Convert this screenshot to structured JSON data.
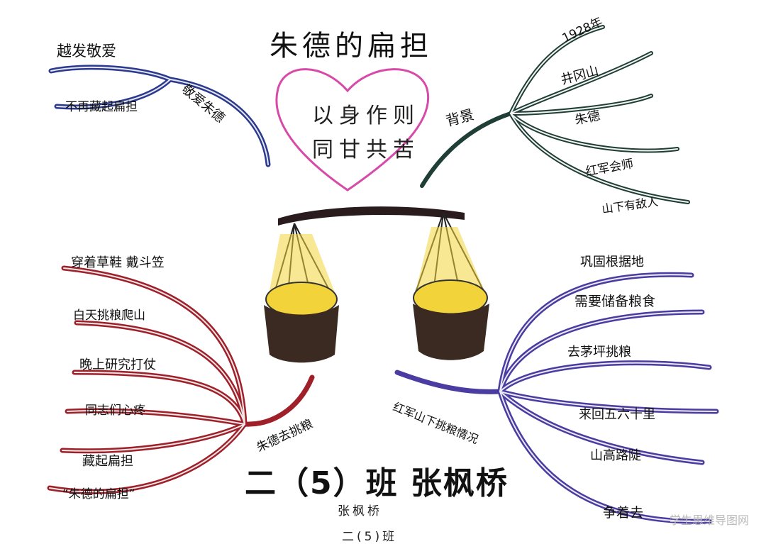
{
  "title": "朱德的扁担",
  "heart": {
    "line1": "以身作则",
    "line2": "同甘共苦"
  },
  "top_left": {
    "hub": "敬爱朱德",
    "branches": [
      "越发敬爱",
      "不再藏起扁担"
    ],
    "color": "#2b3a8f"
  },
  "top_right": {
    "hub": "背景",
    "branches": [
      "1928年",
      "井冈山",
      "朱德",
      "红军会师",
      "山下有敌人"
    ],
    "color": "#1f3f36"
  },
  "bottom_left": {
    "hub": "朱德去挑粮",
    "branches": [
      "穿着草鞋 戴斗笠",
      "白天挑粮爬山",
      "晚上研究打仗",
      "同志们心疼",
      "藏起扁担",
      "“朱德的扁担”"
    ],
    "color": "#a0202a"
  },
  "bottom_right": {
    "hub": "红军山下挑粮情况",
    "branches": [
      "巩固根据地",
      "需要储备粮食",
      "去茅坪挑粮",
      "来回五六十里",
      "山高路陡",
      "争着去"
    ],
    "color": "#4a3ca0"
  },
  "footer": {
    "class_name": "二（5）班 张枫桥",
    "name": "张枫桥",
    "class_small": "二(5)班"
  },
  "watermark": "学生思维导图网",
  "colors": {
    "heart": "#d84aa8",
    "pole": "#2a1c1c",
    "basket": "#3b2a22",
    "grain": "#f2d43a"
  }
}
